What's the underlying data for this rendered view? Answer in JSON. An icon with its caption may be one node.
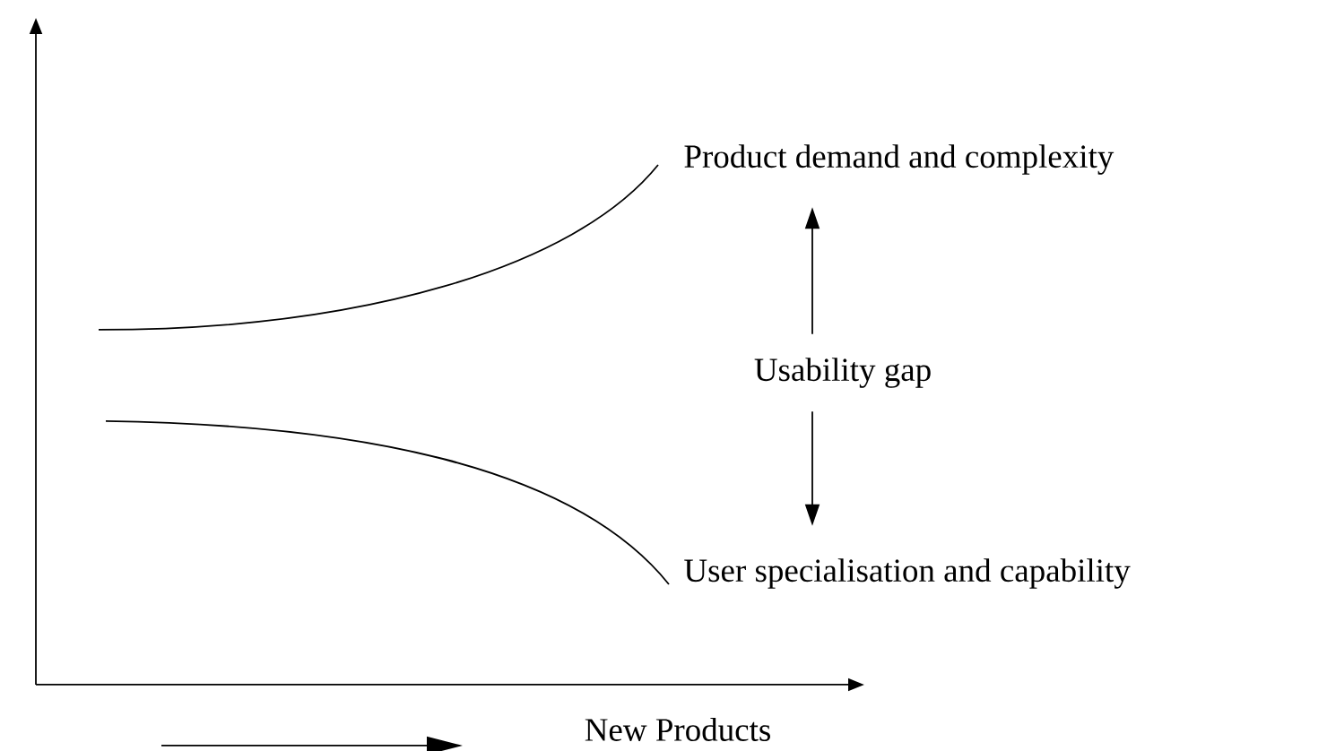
{
  "diagram": {
    "nodes": [
      {
        "text": [
          "Product demand and complexity"
        ]
      },
      {
        "text": [
          "Usability gap"
        ]
      },
      {
        "text": [
          "User specialisation and capability"
        ]
      }
    ],
    "edges": [
      {
        "from": 1,
        "to": 0,
        "arrow": "to"
      },
      {
        "from": 1,
        "to": 2,
        "arrow": "to"
      }
    ],
    "labels": [
      "New Products"
    ]
  }
}
